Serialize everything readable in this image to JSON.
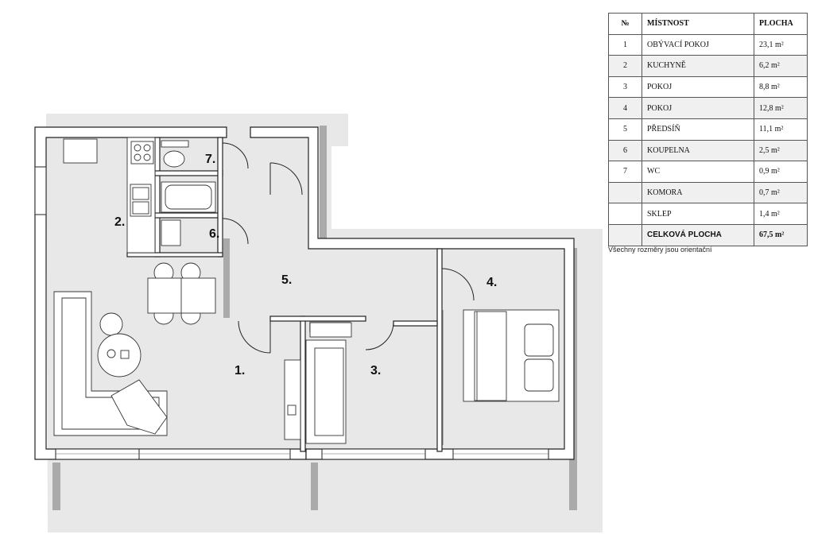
{
  "rooms_table": {
    "headers": {
      "number": "№",
      "room": "MÍSTNOST",
      "area": "PLOCHA"
    },
    "rows": [
      {
        "number": "1",
        "room": "OBÝVACÍ POKOJ",
        "area": "23,1 m²"
      },
      {
        "number": "2",
        "room": "KUCHYNĚ",
        "area": "6,2 m²"
      },
      {
        "number": "3",
        "room": "POKOJ",
        "area": "8,8 m²"
      },
      {
        "number": "4",
        "room": "POKOJ",
        "area": "12,8 m²"
      },
      {
        "number": "5",
        "room": "PŘEDSÍŇ",
        "area": "11,1 m²"
      },
      {
        "number": "6",
        "room": "KOUPELNA",
        "area": "2,5 m²"
      },
      {
        "number": "7",
        "room": "WC",
        "area": "0,9 m²"
      },
      {
        "number": "",
        "room": "KOMORA",
        "area": "0,7 m²"
      },
      {
        "number": "",
        "room": "SKLEP",
        "area": "1,4 m²"
      }
    ],
    "total": {
      "number": "",
      "room": "CELKOVÁ PLOCHA",
      "area": "67,5 m²"
    }
  },
  "footnote": "Všechny rozměry jsou orientační",
  "floor_plan": {
    "room_labels": [
      "1.",
      "2.",
      "3.",
      "4.",
      "5.",
      "6.",
      "7."
    ]
  }
}
